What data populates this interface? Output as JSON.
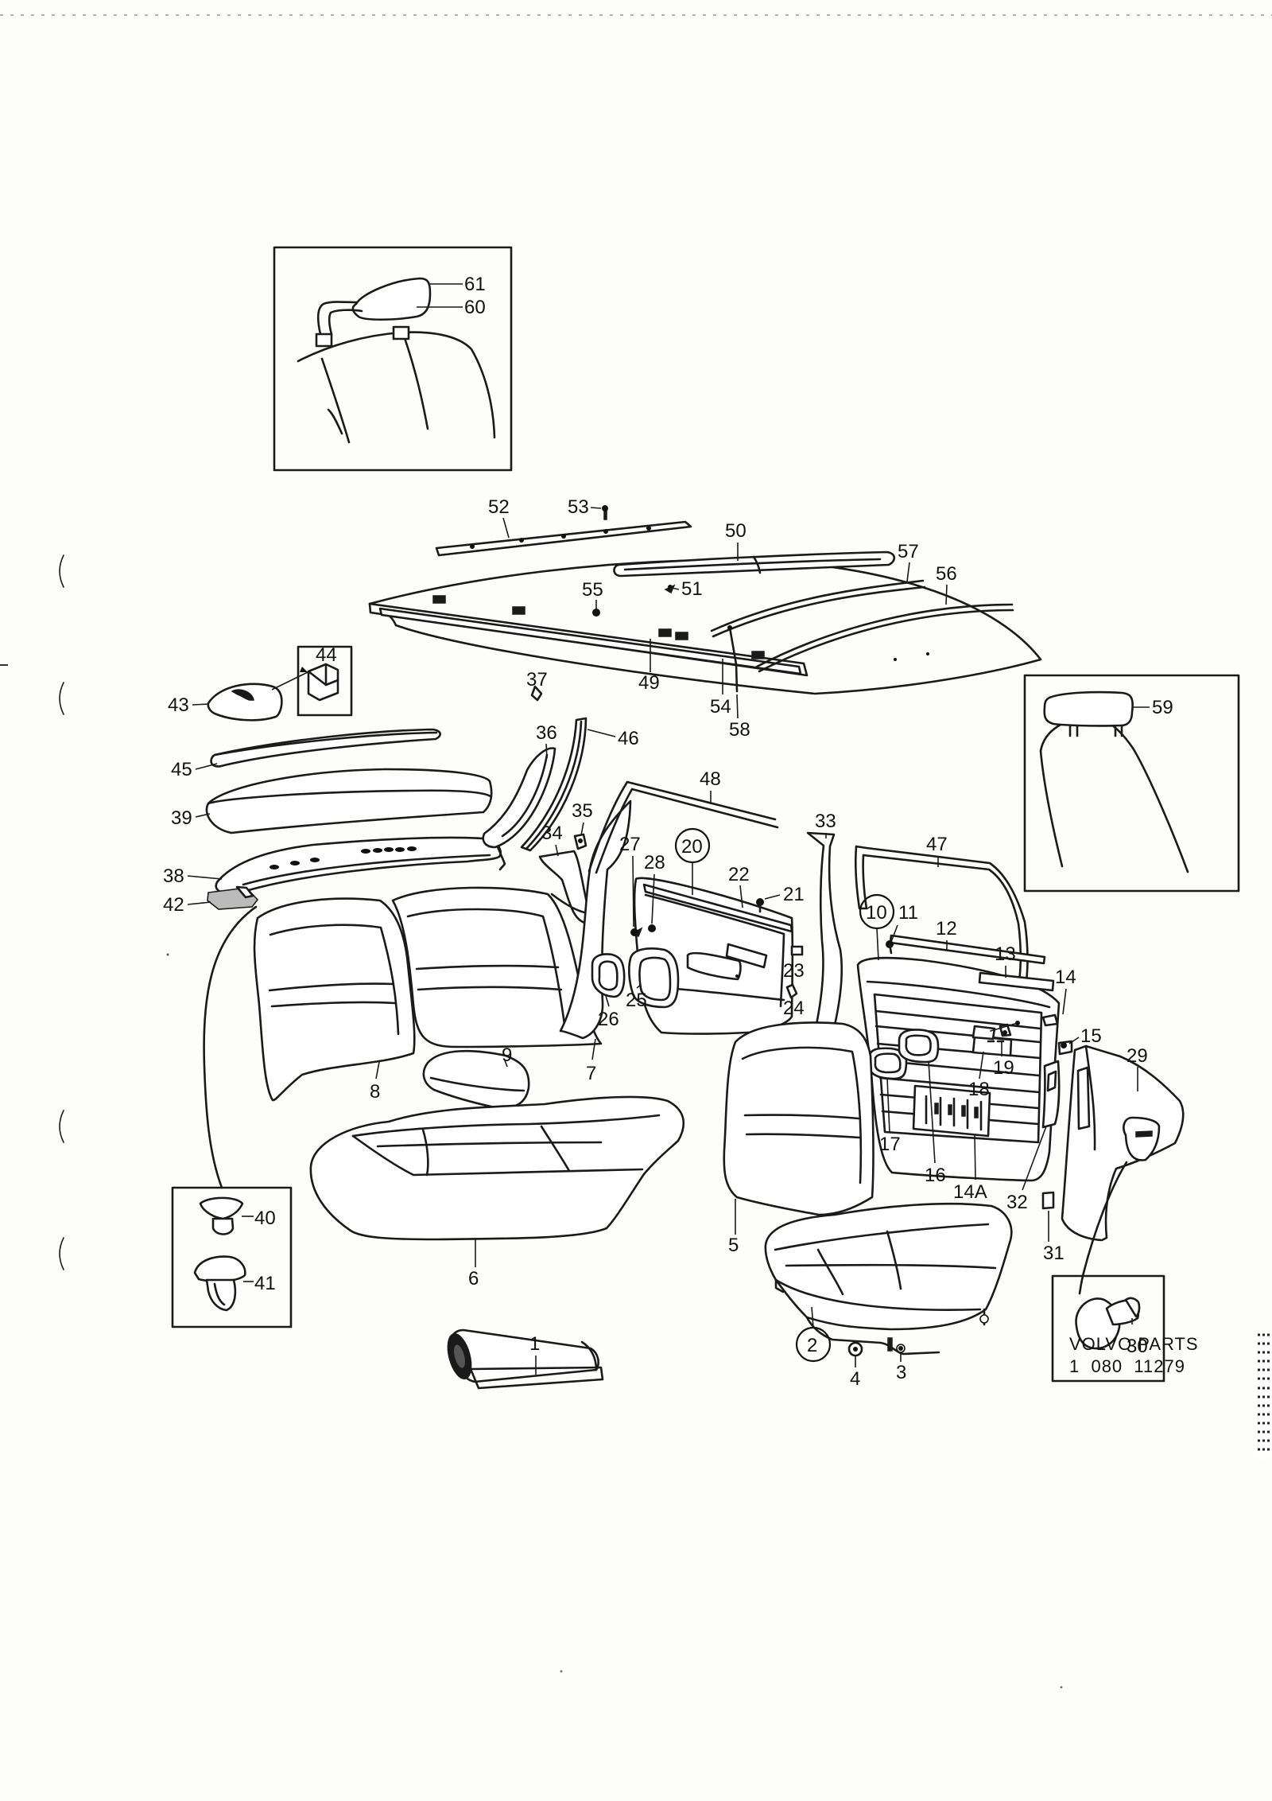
{
  "brand": {
    "line1": "VOLVO PARTS",
    "line2": "1  080  11279"
  },
  "callouts": {
    "c1": "1",
    "c2": "2",
    "c3": "3",
    "c4": "4",
    "c5": "5",
    "c6": "6",
    "c7": "7",
    "c8": "8",
    "c9": "9",
    "c10": "10",
    "c11": "11",
    "c12": "12",
    "c13": "13",
    "c14": "14",
    "c14a": "14A",
    "c15": "15",
    "c16": "16",
    "c17": "17",
    "c18": "18",
    "c19": "19",
    "c20": "20",
    "c21": "21",
    "c22": "22",
    "c23": "23",
    "c24": "24",
    "c25": "25",
    "c26": "26",
    "c27": "27",
    "c28": "28",
    "c29": "29",
    "c30": "30",
    "c31": "31",
    "c32": "32",
    "c33": "33",
    "c34": "34",
    "c35": "35",
    "c36": "36",
    "c37": "37",
    "c38": "38",
    "c39": "39",
    "c40": "40",
    "c41": "41",
    "c42": "42",
    "c43": "43",
    "c44": "44",
    "c45": "45",
    "c46": "46",
    "c47": "47",
    "c48": "48",
    "c49": "49",
    "c50": "50",
    "c51": "51",
    "c52": "52",
    "c53": "53",
    "c54": "54",
    "c55": "55",
    "c56": "56",
    "c57": "57",
    "c58": "58",
    "c59": "59",
    "c60": "60",
    "c61": "61"
  }
}
